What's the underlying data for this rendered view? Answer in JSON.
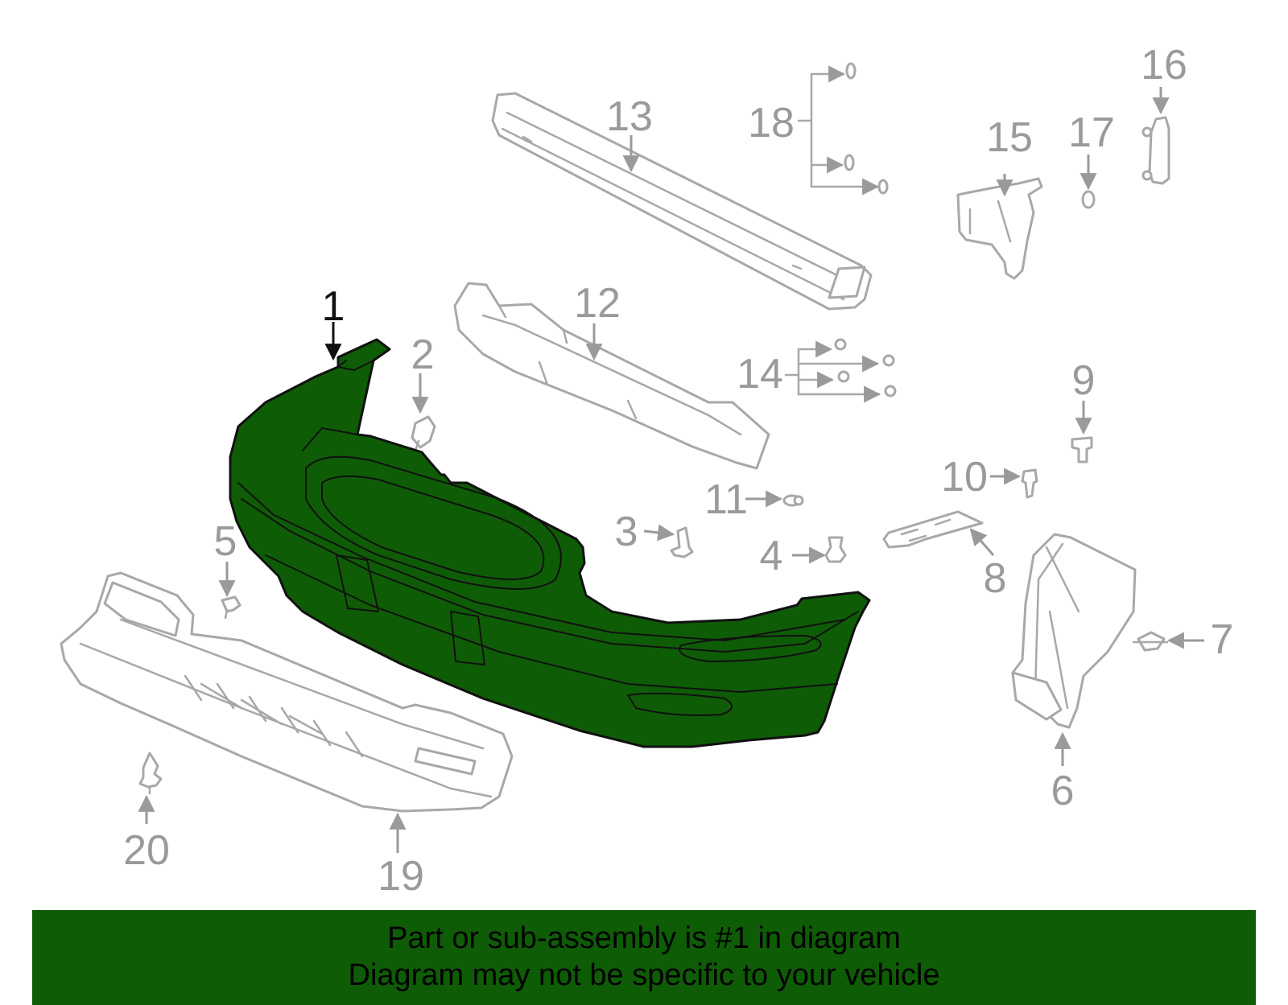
{
  "diagram": {
    "highlight_color": "#0f5c06",
    "ghost_color": "#a8a8a8",
    "callouts": [
      {
        "id": "1",
        "label": "1",
        "highlighted": true
      },
      {
        "id": "2",
        "label": "2"
      },
      {
        "id": "3",
        "label": "3"
      },
      {
        "id": "4",
        "label": "4"
      },
      {
        "id": "5",
        "label": "5"
      },
      {
        "id": "6",
        "label": "6"
      },
      {
        "id": "7",
        "label": "7"
      },
      {
        "id": "8",
        "label": "8"
      },
      {
        "id": "9",
        "label": "9"
      },
      {
        "id": "10",
        "label": "10"
      },
      {
        "id": "11",
        "label": "11"
      },
      {
        "id": "12",
        "label": "12"
      },
      {
        "id": "13",
        "label": "13"
      },
      {
        "id": "14",
        "label": "14"
      },
      {
        "id": "15",
        "label": "15"
      },
      {
        "id": "16",
        "label": "16"
      },
      {
        "id": "17",
        "label": "17"
      },
      {
        "id": "18",
        "label": "18"
      },
      {
        "id": "19",
        "label": "19"
      },
      {
        "id": "20",
        "label": "20"
      }
    ]
  },
  "banner": {
    "line1": "Part or sub-assembly is #1 in diagram",
    "line2": "Diagram may not be specific to your vehicle"
  }
}
